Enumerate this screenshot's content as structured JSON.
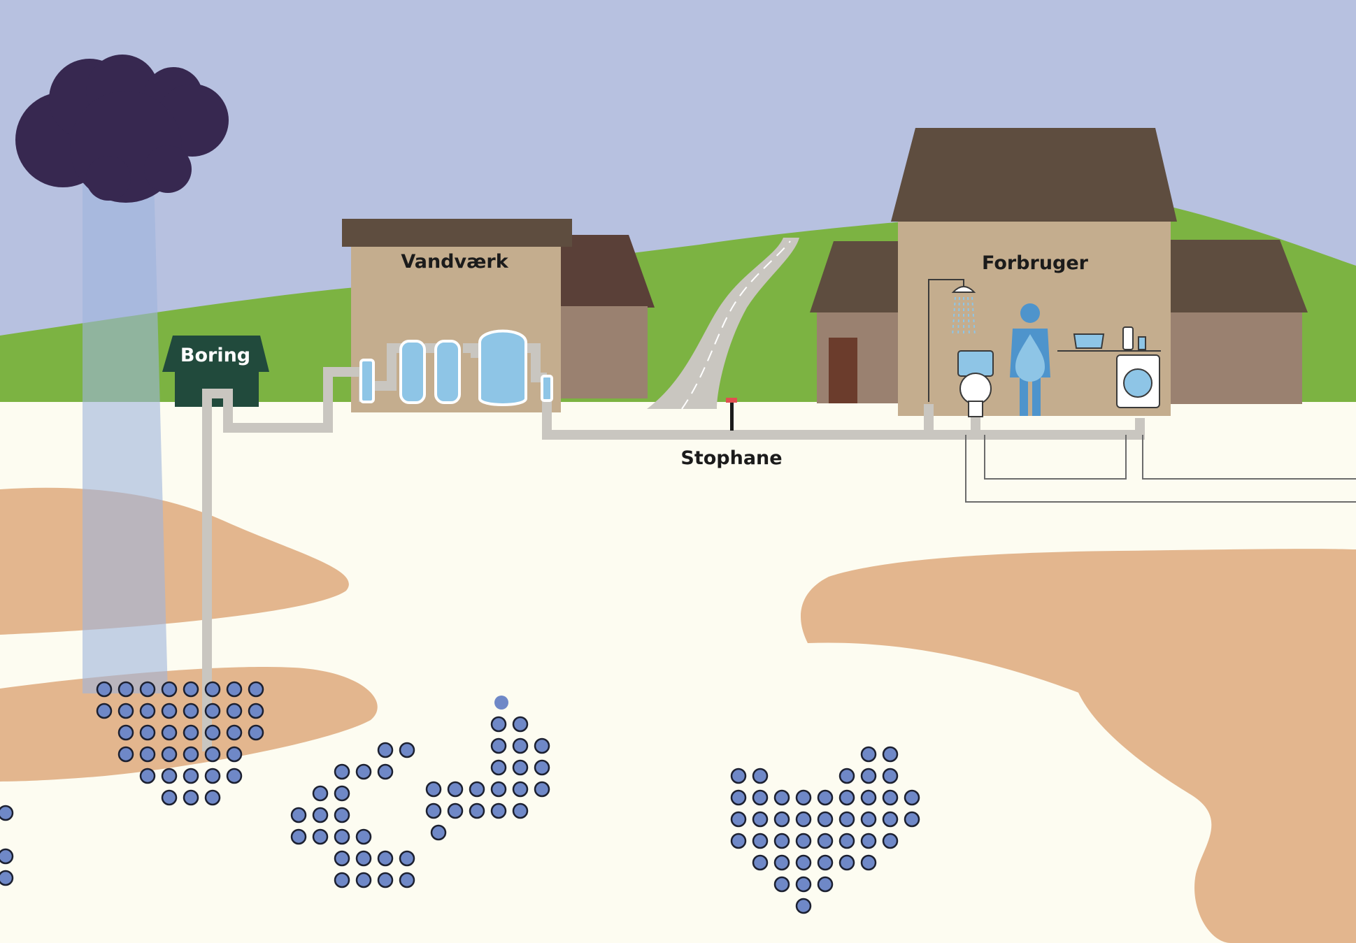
{
  "labels": {
    "boring": "Boring",
    "vandvaerk": "Vandværk",
    "forbruger": "Forbruger",
    "stophane": "Stophane"
  },
  "colors": {
    "sky": "#b7c1e0",
    "hill": "#7cb342",
    "ground": "#fdfcf1",
    "clay": "#e3b68e",
    "cloud": "#372850",
    "rain": "#9fb4dc",
    "pipe": "#c9c6c0",
    "roof": "#5e4d3f",
    "wall": "#c4ad8e",
    "wall_side": "#9a8170",
    "door": "#6b3c2c",
    "borehole_house": "#214a3c",
    "water": "#8ec5e6",
    "person": "#4e94cc",
    "groundwater": "#6f88c7",
    "groundwater_outline": "#1c2030"
  },
  "icons": [
    "cloud-icon",
    "rain-icon",
    "treatment-tank-icon",
    "stopcock-icon",
    "shower-icon",
    "toilet-icon",
    "person-icon",
    "water-drop-icon",
    "dishes-icon",
    "washing-machine-icon",
    "groundwater-dot-icon"
  ]
}
